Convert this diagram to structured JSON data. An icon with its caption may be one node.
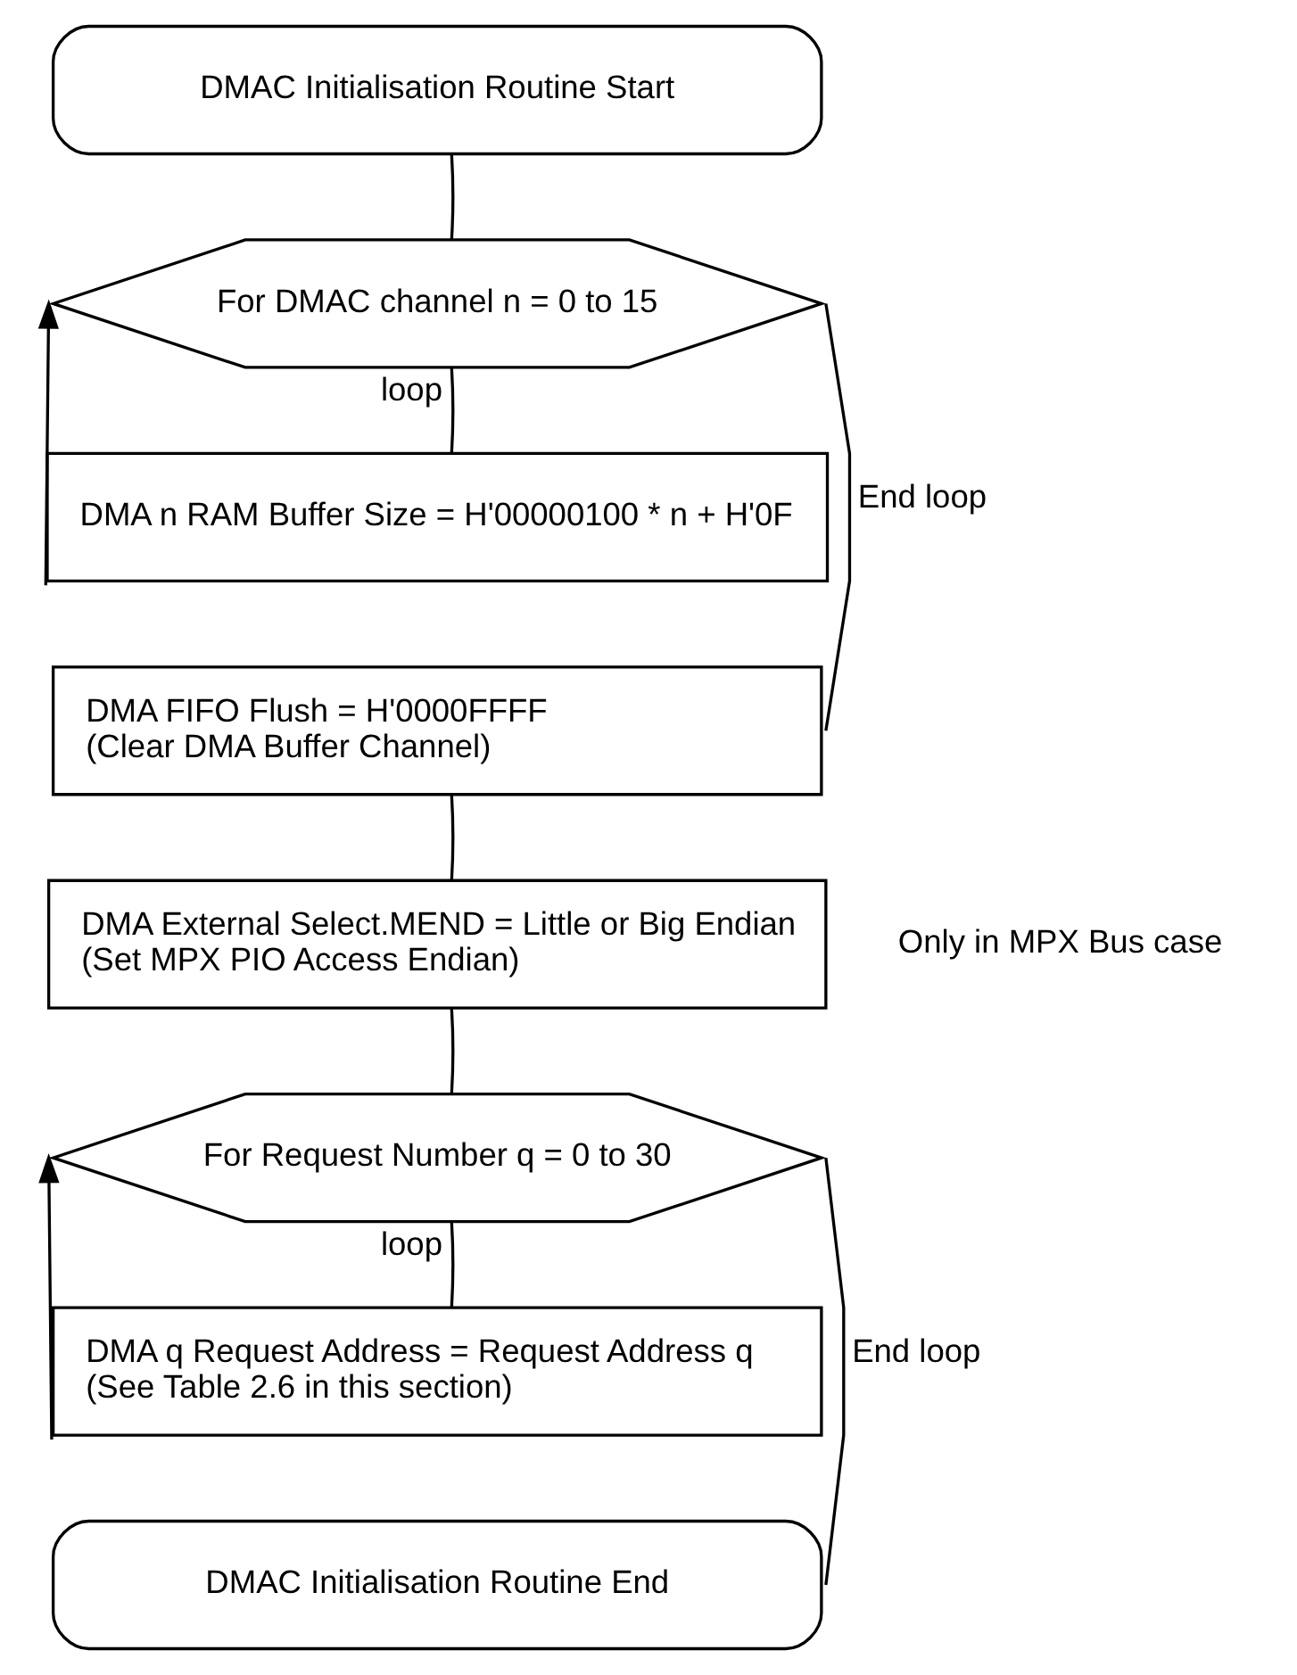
{
  "diagram": {
    "nodes": [
      {
        "text": [
          "DMAC Initialisation Routine Start"
        ]
      },
      {
        "text": [
          "For DMAC channel n = 0 to 15"
        ]
      },
      {
        "text": [
          "DMA n RAM Buffer Size = H'00000100 * n + H'0F"
        ]
      },
      {
        "text": [
          "DMA FIFO Flush = H'0000FFFF",
          "(Clear DMA Buffer Channel)"
        ]
      },
      {
        "text": [
          "DMA External Select.MEND = Little or Big Endian",
          "(Set MPX PIO Access Endian)"
        ],
        "beside": [
          "Only in MPX Bus case"
        ]
      },
      {
        "text": [
          "For Request Number q = 0 to 30"
        ]
      },
      {
        "text": [
          "DMA q Request Address = Request Address q",
          "(See Table 2.6 in this section)"
        ]
      },
      {
        "text": [
          "DMAC Initialisation Routine End"
        ]
      }
    ],
    "edges": [
      {
        "from": 0,
        "to": 1,
        "arrow": "none"
      },
      {
        "from": 1,
        "to": 2,
        "arrow": "none",
        "label": "loop"
      },
      {
        "from": 2,
        "to": 1,
        "arrow": "to"
      },
      {
        "from": 1,
        "to": 3,
        "arrow": "none",
        "label": "End loop"
      },
      {
        "from": 3,
        "to": 4,
        "arrow": "none"
      },
      {
        "from": 4,
        "to": 5,
        "arrow": "none"
      },
      {
        "from": 5,
        "to": 6,
        "arrow": "none",
        "label": "loop"
      },
      {
        "from": 6,
        "to": 5,
        "arrow": "to"
      },
      {
        "from": 5,
        "to": 7,
        "arrow": "none",
        "label": "End loop"
      }
    ]
  }
}
